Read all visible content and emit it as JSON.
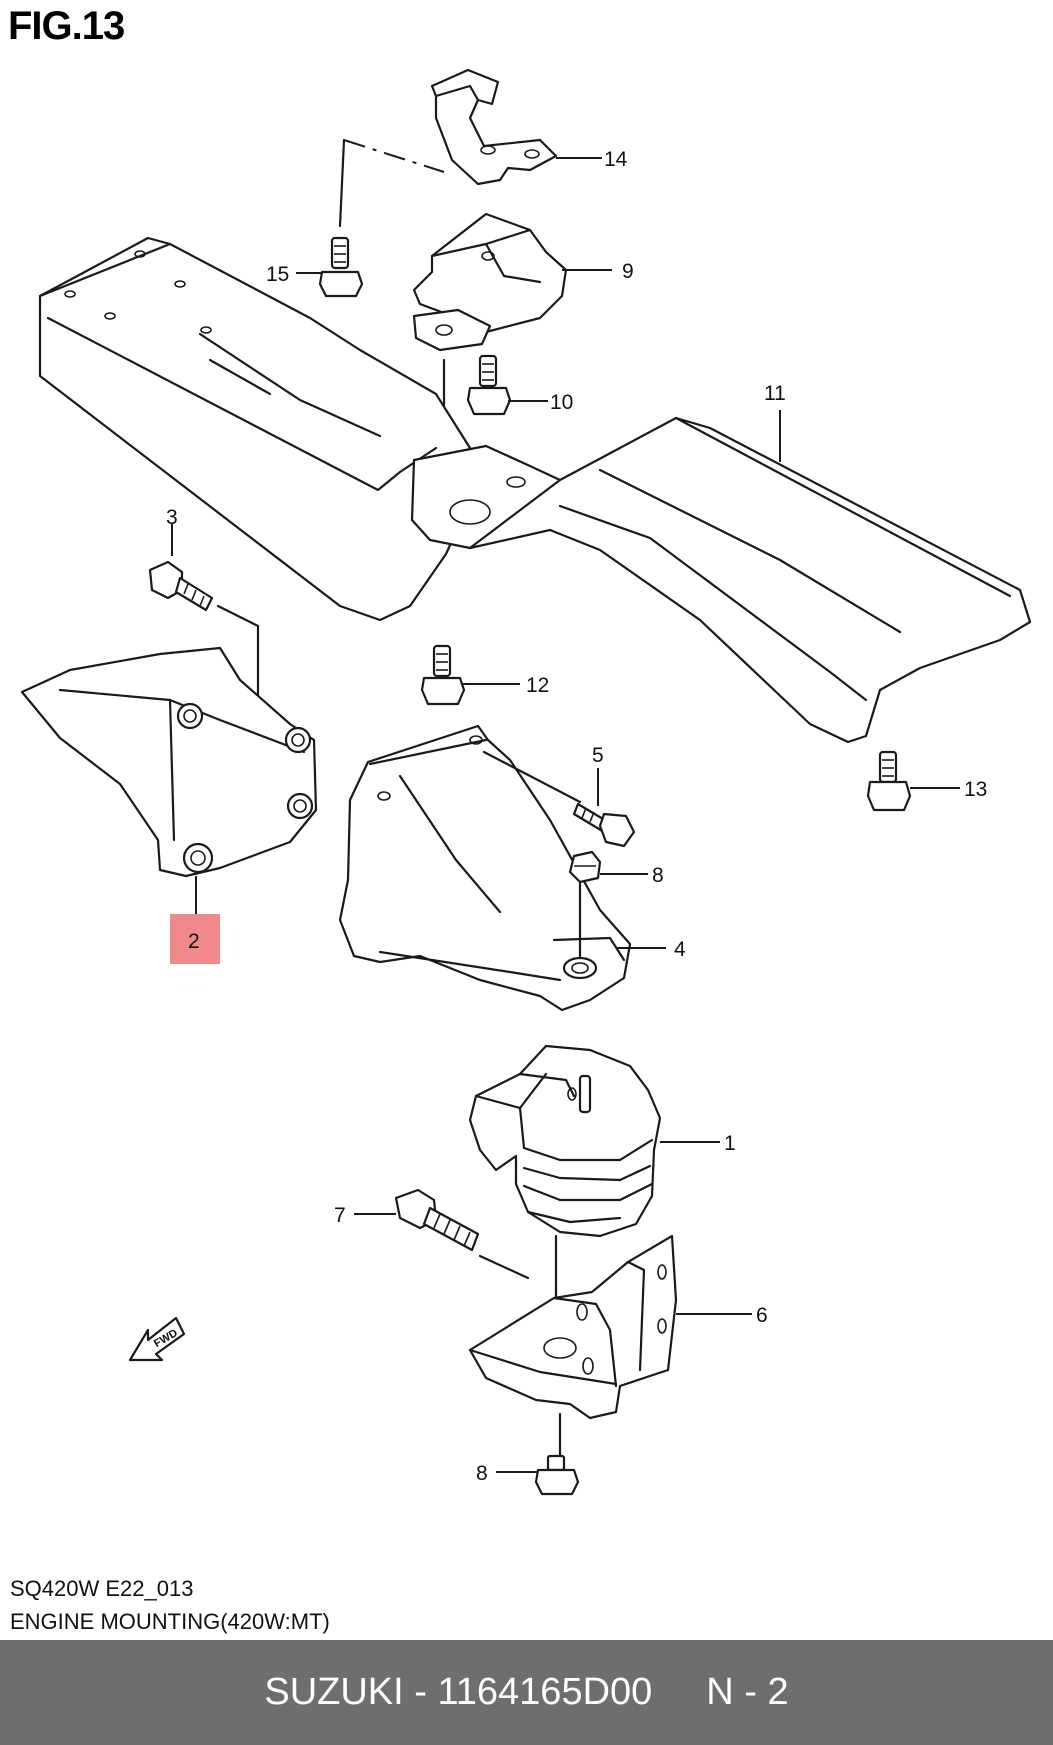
{
  "figure": {
    "title": "FIG.13"
  },
  "callouts": [
    {
      "num": "14"
    },
    {
      "num": "15"
    },
    {
      "num": "9"
    },
    {
      "num": "10"
    },
    {
      "num": "11"
    },
    {
      "num": "3"
    },
    {
      "num": "12"
    },
    {
      "num": "5"
    },
    {
      "num": "13"
    },
    {
      "num": "8"
    },
    {
      "num": "4"
    },
    {
      "num": "2",
      "highlighted": true
    },
    {
      "num": "1"
    },
    {
      "num": "7"
    },
    {
      "num": "6"
    },
    {
      "num": "8"
    }
  ],
  "fwd_label": "FWD",
  "footer": {
    "code": "SQ420W E22_013",
    "description": "ENGINE MOUNTING(420W:MT)"
  },
  "bar": {
    "part": "SUZUKI - 1164165D00",
    "page": "N - 2"
  },
  "colors": {
    "highlight": "#f08a8a",
    "bar_bg": "#6e6e6e",
    "bar_text": "#ffffff"
  }
}
